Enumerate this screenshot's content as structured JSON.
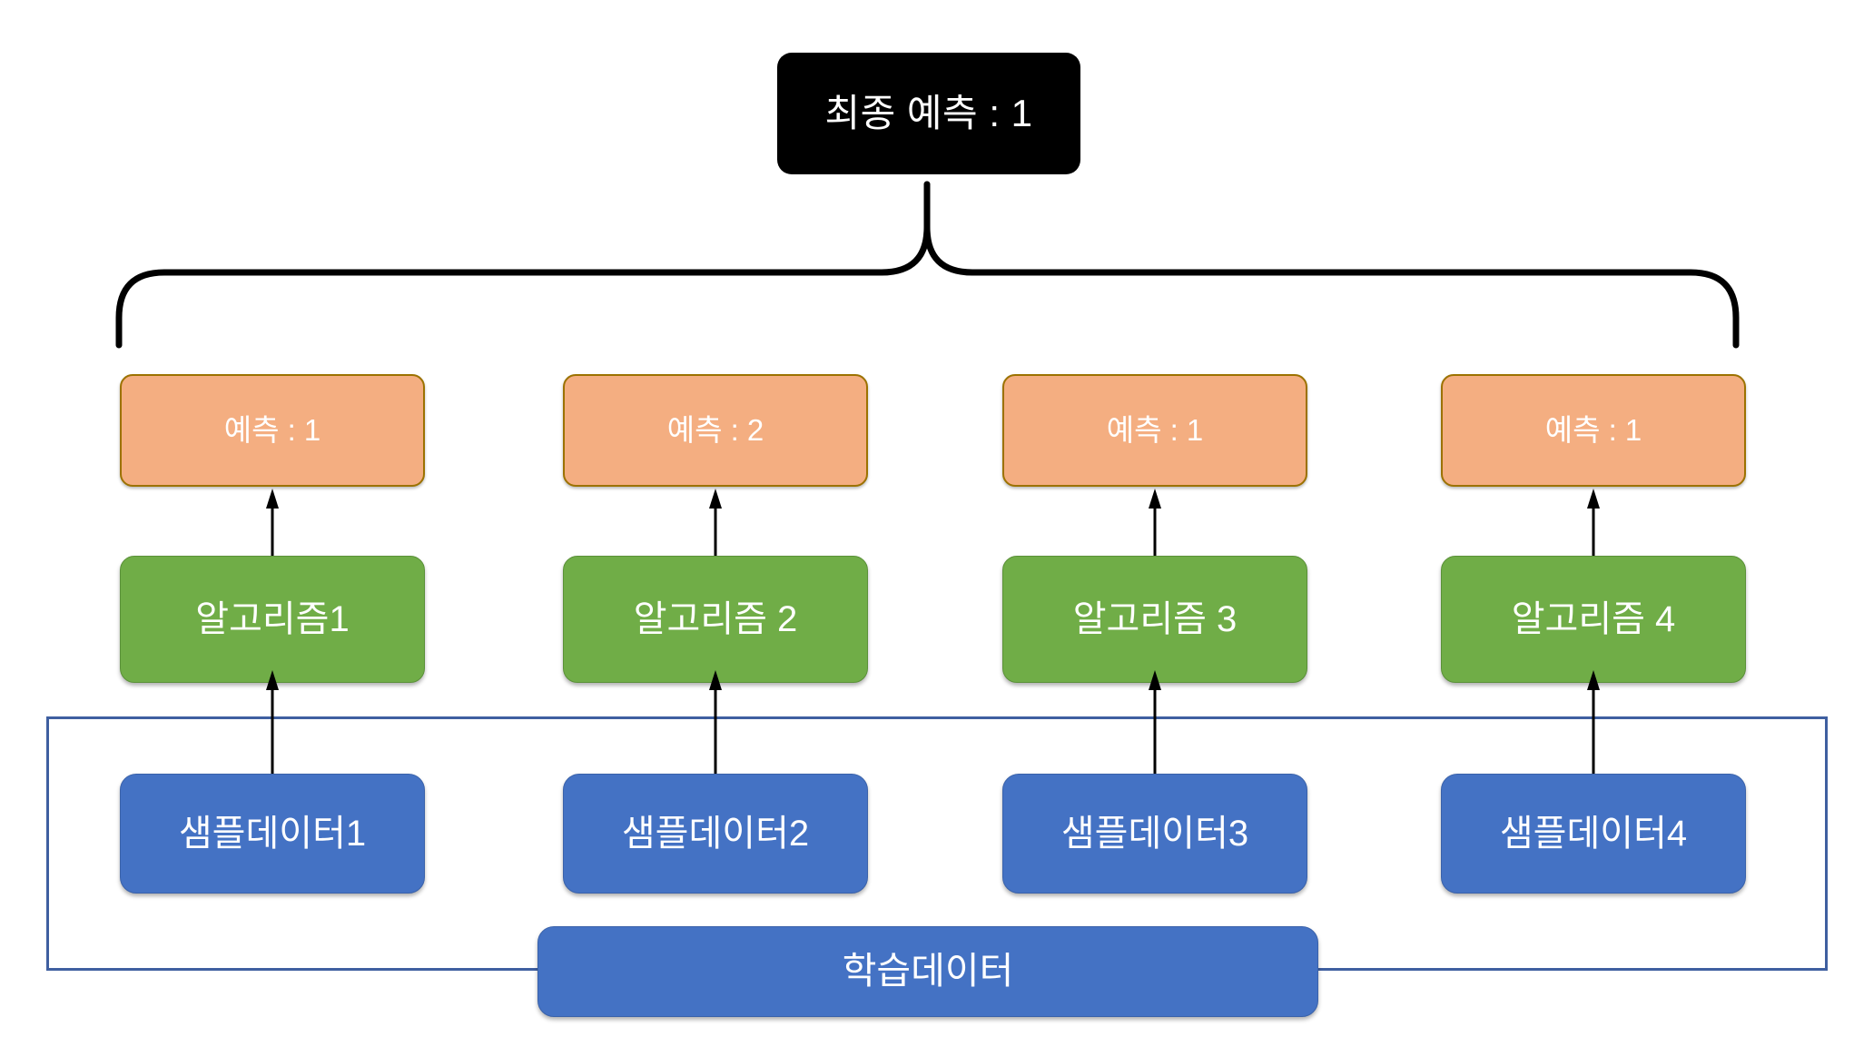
{
  "diagram": {
    "title_node": {
      "label": "최종 예측 : 1",
      "color": "#000000",
      "text_color": "#FFFFFF"
    },
    "colors": {
      "prediction_fill": "#F4AE81",
      "prediction_border": "#9C7200",
      "algorithm_fill": "#70AD47",
      "data_fill": "#4472C4",
      "container_border": "#3F5FA0",
      "connector": "#000000"
    },
    "columns": [
      {
        "prediction": "예측 : 1",
        "algorithm": "알고리즘1",
        "sample": "샘플데이터1"
      },
      {
        "prediction": "예측 : 2",
        "algorithm": "알고리즘 2",
        "sample": "샘플데이터2"
      },
      {
        "prediction": "예측 : 1",
        "algorithm": "알고리즘 3",
        "sample": "샘플데이터3"
      },
      {
        "prediction": "예측 : 1",
        "algorithm": "알고리즘 4",
        "sample": "샘플데이터4"
      }
    ],
    "training_data": {
      "label": "학습데이터"
    }
  }
}
